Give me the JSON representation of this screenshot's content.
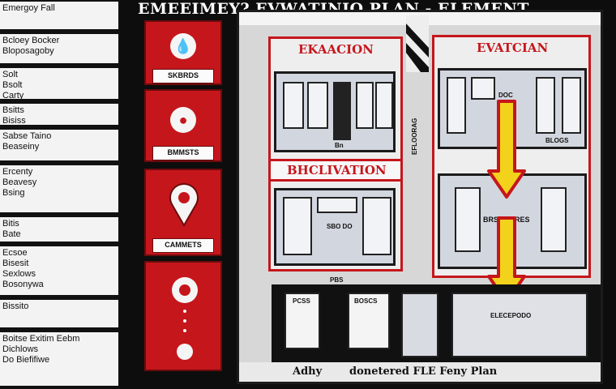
{
  "header": {
    "title": "EMEEIMEY? EVWATINIO PLAN - ELEMENT"
  },
  "sidebar": {
    "items": [
      {
        "lines": [
          "Emergoy Fall"
        ]
      },
      {
        "lines": [
          "Bcloey Bocker",
          "Bloposagoby"
        ]
      },
      {
        "lines": [
          "Solt",
          "Bsolt",
          "Carty"
        ]
      },
      {
        "lines": [
          "Bsitts",
          "Bisiss"
        ]
      },
      {
        "lines": [
          "Sabse Taino",
          "Beaseiny"
        ]
      },
      {
        "lines": [
          "Ercenty",
          "Beavesy",
          "Bsing"
        ]
      },
      {
        "lines": [
          "Bitis",
          "Bate"
        ]
      },
      {
        "lines": [
          "Ecsoe",
          "Bisesit",
          "Sexlows",
          "Bosonywa"
        ]
      },
      {
        "lines": [
          "Bissito"
        ]
      },
      {
        "lines": [
          "Boitse Exitim Eebm",
          "Dichlows",
          "Do Biefifiwe"
        ]
      }
    ]
  },
  "icon_cards": [
    {
      "label": "SKBRDS",
      "icon": "fire-drop-icon"
    },
    {
      "label": "BMMSTS",
      "icon": "fire-drop-icon"
    },
    {
      "label": "CAMMETS",
      "icon": "location-pin-icon"
    },
    {
      "label": "",
      "icon": "assembly-point-icon"
    }
  ],
  "plan": {
    "room_left_title": "EKAACION",
    "room_right_title": "EVATCIAN",
    "mid_banner": "BHCLIVATION",
    "desk_label_left": "Bn",
    "desk_label_mid": "SBO DO",
    "desk_label_right": "DOC",
    "desk_label_right2": "BLOGS",
    "arrow_label": "BRSLIVERES",
    "side_label": "EFLOORAG",
    "exit_small": "PBS",
    "bottom_box1": "PCSS",
    "bottom_box2": "BOSCS",
    "bottom_box3": "ELECEPODO",
    "bottom_caption_left": "Adhy",
    "bottom_caption_right": "donetered FLE Feny Plan",
    "accent_red": "#c5161c",
    "arrow_yellow": "#f2d21b"
  }
}
